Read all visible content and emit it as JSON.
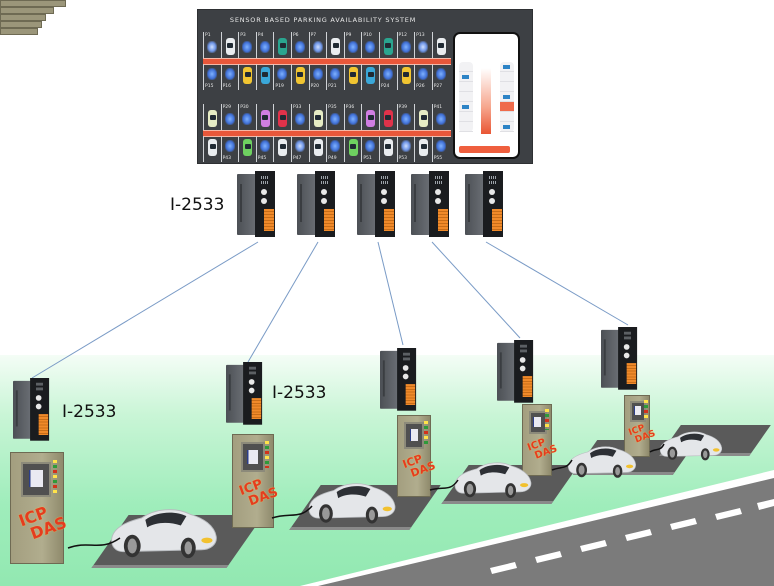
{
  "diagram": {
    "title": "Sensor-based parking system with I-2533 devices and EV charging stations"
  },
  "sign": {
    "title": "SENSOR BASED PARKING AVAILABILITY SYSTEM",
    "top_lot": {
      "upper_row": [
        {
          "label": "P1",
          "state": "accessible"
        },
        {
          "label": "",
          "state": "car-white"
        },
        {
          "label": "P3",
          "state": "free"
        },
        {
          "label": "P4",
          "state": "free"
        },
        {
          "label": "",
          "state": "car-teal"
        },
        {
          "label": "P6",
          "state": "free"
        },
        {
          "label": "P7",
          "state": "accessible"
        },
        {
          "label": "",
          "state": "car-white"
        },
        {
          "label": "P9",
          "state": "free"
        },
        {
          "label": "P10",
          "state": "free"
        },
        {
          "label": "",
          "state": "car-teal"
        },
        {
          "label": "P12",
          "state": "free"
        },
        {
          "label": "P13",
          "state": "accessible"
        },
        {
          "label": "",
          "state": "car-white"
        }
      ],
      "lower_row": [
        {
          "label": "P15",
          "state": "free"
        },
        {
          "label": "P16",
          "state": "free"
        },
        {
          "label": "",
          "state": "car-yellow"
        },
        {
          "label": "",
          "state": "car-blue"
        },
        {
          "label": "P19",
          "state": "free"
        },
        {
          "label": "",
          "state": "car-yellow"
        },
        {
          "label": "P20",
          "state": "free"
        },
        {
          "label": "P21",
          "state": "free"
        },
        {
          "label": "",
          "state": "car-yellow"
        },
        {
          "label": "",
          "state": "car-blue"
        },
        {
          "label": "P24",
          "state": "free"
        },
        {
          "label": "",
          "state": "car-yellow"
        },
        {
          "label": "P26",
          "state": "free"
        },
        {
          "label": "P27",
          "state": "free"
        }
      ]
    },
    "bottom_lot": {
      "upper_row": [
        {
          "label": "",
          "state": "car-cream"
        },
        {
          "label": "P29",
          "state": "free"
        },
        {
          "label": "P30",
          "state": "free"
        },
        {
          "label": "",
          "state": "car-purple"
        },
        {
          "label": "",
          "state": "car-red"
        },
        {
          "label": "P33",
          "state": "free"
        },
        {
          "label": "",
          "state": "car-cream"
        },
        {
          "label": "P35",
          "state": "free"
        },
        {
          "label": "P36",
          "state": "free"
        },
        {
          "label": "",
          "state": "car-purple"
        },
        {
          "label": "",
          "state": "car-red"
        },
        {
          "label": "P39",
          "state": "free"
        },
        {
          "label": "",
          "state": "car-cream"
        },
        {
          "label": "P41",
          "state": "free"
        }
      ],
      "lower_row": [
        {
          "label": "",
          "state": "car-white"
        },
        {
          "label": "P43",
          "state": "free"
        },
        {
          "label": "",
          "state": "car-green"
        },
        {
          "label": "P45",
          "state": "free"
        },
        {
          "label": "",
          "state": "car-white"
        },
        {
          "label": "P47",
          "state": "accessible"
        },
        {
          "label": "",
          "state": "car-white"
        },
        {
          "label": "P49",
          "state": "free"
        },
        {
          "label": "",
          "state": "car-green"
        },
        {
          "label": "P51",
          "state": "free"
        },
        {
          "label": "",
          "state": "car-white"
        },
        {
          "label": "P53",
          "state": "accessible"
        },
        {
          "label": "",
          "state": "car-white"
        },
        {
          "label": "P55",
          "state": "free"
        }
      ]
    },
    "phone": {
      "left_slots": [
        "free",
        "car",
        "free",
        "free",
        "car",
        "free",
        "free"
      ],
      "right_slots": [
        "car",
        "free",
        "free",
        "car",
        "busy",
        "free",
        "car"
      ]
    }
  },
  "devices": {
    "model": "I-2533",
    "top_label": "I-2533",
    "station_label_1": "I-2533",
    "station_label_2": "I-2533",
    "count_top": 5,
    "count_stations": 5
  },
  "kiosk": {
    "logo_line1": "ICP",
    "logo_line2": "DAS"
  },
  "colors": {
    "sign_bg": "#3d4044",
    "lane": "#e8573a",
    "beam": "#3f6fd6",
    "terminal": "#f08a2a",
    "ground": "#9fedbb",
    "road": "#7b7b7b",
    "link_line": "#7a9bc6"
  }
}
